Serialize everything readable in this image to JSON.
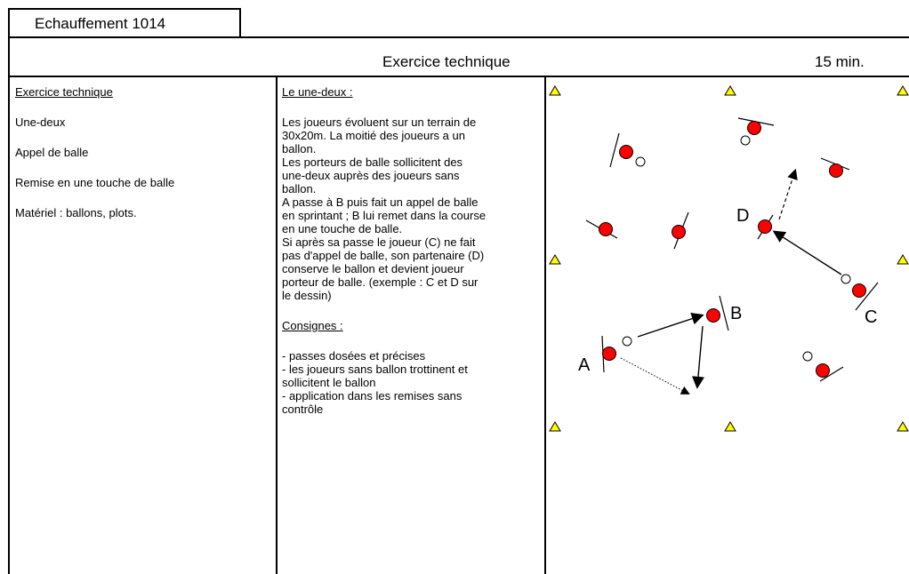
{
  "session_title": "Echauffement 1014",
  "header": {
    "title": "Exercice technique",
    "duration": "15 min."
  },
  "left_column": {
    "heading": "Exercice technique",
    "items": [
      "Une-deux",
      "Appel de balle",
      "Remise en une touche de balle",
      "Matériel : ballons, plots."
    ]
  },
  "middle_column": {
    "heading": "Le une-deux :",
    "description": [
      "Les joueurs évoluent sur un terrain de",
      "30x20m. La moitié des joueurs a un",
      "ballon.",
      "Les porteurs de balle sollicitent des",
      "une-deux auprès des joueurs sans",
      "ballon.",
      "A passe à B puis fait un appel de balle",
      "en sprintant ; B lui remet dans la course",
      "en une touche de balle.",
      "Si après sa passe le joueur (C) ne fait",
      "pas d'appel de balle, son partenaire (D)",
      "conserve le ballon et devient joueur",
      "porteur de balle. (exemple : C et D sur",
      "le dessin)"
    ],
    "instructions_heading": "Consignes :",
    "instructions": [
      "- passes dosées et précises",
      "- les joueurs sans ballon trottinent et",
      "sollicitent le ballon",
      "- application dans les remises sans",
      "contrôle"
    ]
  },
  "diagram": {
    "labels": {
      "a": "A",
      "b": "B",
      "c": "C",
      "d": "D"
    },
    "colors": {
      "player": "#ff0000",
      "cone": "#ffff00",
      "line": "#000000"
    }
  }
}
